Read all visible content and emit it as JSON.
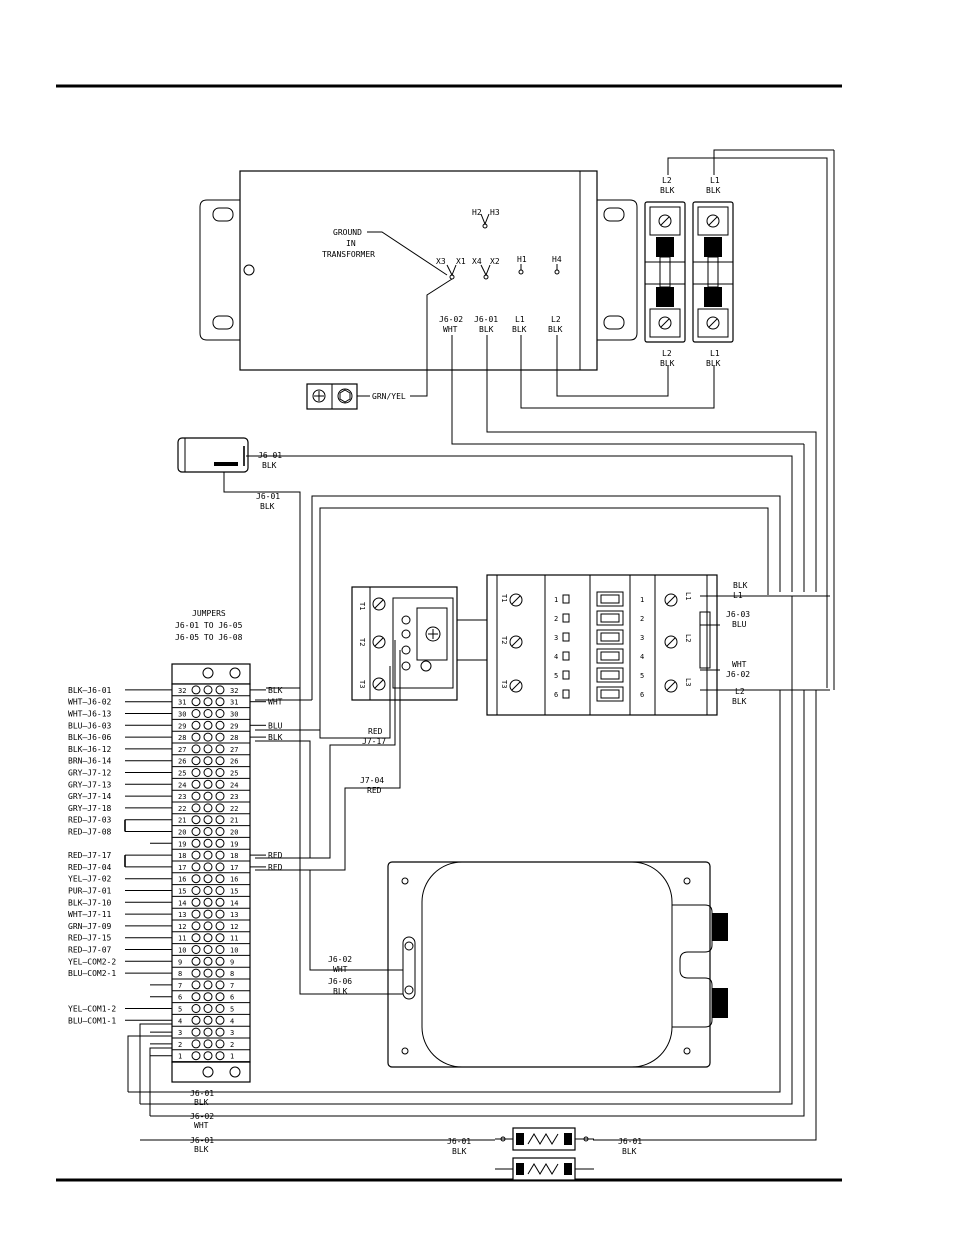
{
  "transformer": {
    "ground_label": [
      "GROUND",
      "IN",
      "TRANSFORMER"
    ],
    "terminals": [
      "X3",
      "X1",
      "X4",
      "X2",
      "H1",
      "H4",
      "H2",
      "H3"
    ],
    "wires": [
      {
        "top": "J6-02",
        "bottom": "WHT"
      },
      {
        "top": "J6-01",
        "bottom": "BLK"
      },
      {
        "top": "L1",
        "bottom": "BLK"
      },
      {
        "top": "L2",
        "bottom": "BLK"
      }
    ],
    "ground_wire": "GRN/YEL"
  },
  "fuses": {
    "top": [
      {
        "top": "L2",
        "bottom": "BLK"
      },
      {
        "top": "L1",
        "bottom": "BLK"
      }
    ],
    "bottom": [
      {
        "top": "L2",
        "bottom": "BLK"
      },
      {
        "top": "L1",
        "bottom": "BLK"
      }
    ]
  },
  "switch_label": {
    "top": "J6-01",
    "bottom": "BLK"
  },
  "switch_label_2": {
    "top": "J6-01",
    "bottom": "BLK"
  },
  "jumpers": {
    "title": "JUMPERS",
    "lines": [
      "J6-01 TO J6-05",
      "J6-05 TO J6-08"
    ]
  },
  "terminal_strip": {
    "left_labels": [
      {
        "n": 32,
        "text": "BLK—J6-01"
      },
      {
        "n": 31,
        "text": "WHT—J6-02"
      },
      {
        "n": 30,
        "text": "WHT—J6-13"
      },
      {
        "n": 29,
        "text": "BLU—J6-03"
      },
      {
        "n": 28,
        "text": "BLK—J6-06"
      },
      {
        "n": 27,
        "text": "BLK—J6-12"
      },
      {
        "n": 26,
        "text": "BRN—J6-14"
      },
      {
        "n": 25,
        "text": "GRY—J7-12"
      },
      {
        "n": 24,
        "text": "GRY—J7-13"
      },
      {
        "n": 23,
        "text": "GRY—J7-14"
      },
      {
        "n": 22,
        "text": "GRY—J7-18"
      },
      {
        "n": 21,
        "text": "RED—J7-03"
      },
      {
        "n": 20,
        "text": "RED—J7-08"
      },
      {
        "n": 19,
        "text": ""
      },
      {
        "n": 18,
        "text": "RED—J7-17"
      },
      {
        "n": 17,
        "text": "RED—J7-04"
      },
      {
        "n": 16,
        "text": "YEL—J7-02"
      },
      {
        "n": 15,
        "text": "PUR—J7-01"
      },
      {
        "n": 14,
        "text": "BLK—J7-10"
      },
      {
        "n": 13,
        "text": "WHT—J7-11"
      },
      {
        "n": 12,
        "text": "GRN—J7-09"
      },
      {
        "n": 11,
        "text": "RED—J7-15"
      },
      {
        "n": 10,
        "text": "RED—J7-07"
      },
      {
        "n": 9,
        "text": "YEL—COM2-2"
      },
      {
        "n": 8,
        "text": "BLU—COM2-1"
      },
      {
        "n": 7,
        "text": ""
      },
      {
        "n": 6,
        "text": ""
      },
      {
        "n": 5,
        "text": "YEL—COM1-2"
      },
      {
        "n": 4,
        "text": "BLU—COM1-1"
      },
      {
        "n": 3,
        "text": ""
      },
      {
        "n": 2,
        "text": ""
      },
      {
        "n": 1,
        "text": ""
      }
    ],
    "right_labels": [
      {
        "n": 32,
        "text": "BLK"
      },
      {
        "n": 31,
        "text": "WHT"
      },
      {
        "n": 29,
        "text": "BLU"
      },
      {
        "n": 28,
        "text": "BLK"
      },
      {
        "n": 18,
        "text": "RED"
      },
      {
        "n": 17,
        "text": "RED"
      }
    ]
  },
  "contactor": {
    "terminals_left": [
      "T1",
      "T2",
      "T3"
    ],
    "terminals_right": [
      "L1",
      "L2",
      "L3"
    ],
    "numbers": [
      "1",
      "2",
      "3",
      "4",
      "5",
      "6"
    ],
    "labels": [
      {
        "top": "BLK",
        "bottom": "L1"
      },
      {
        "top": "J6-03",
        "bottom": "BLU"
      },
      {
        "top": "WHT",
        "bottom": "J6-02"
      },
      {
        "top": "L2",
        "bottom": "BLK"
      }
    ],
    "wire_red_1": {
      "top": "RED",
      "bottom": "J7-17"
    },
    "wire_red_2": {
      "top": "J7-04",
      "bottom": "RED"
    }
  },
  "motor": {
    "labels": [
      {
        "top": "J6-02",
        "bottom": "WHT"
      },
      {
        "top": "J6-06",
        "bottom": "BLK"
      }
    ]
  },
  "bottom_wires": [
    {
      "top": "J6-01",
      "bottom": "BLK"
    },
    {
      "top": "J6-02",
      "bottom": "WHT"
    },
    {
      "top": "J6-01",
      "bottom": "BLK"
    }
  ],
  "bottom_fuse_labels": [
    {
      "top": "J6-01",
      "bottom": "BLK"
    },
    {
      "top": "J6-01",
      "bottom": "BLK"
    }
  ]
}
